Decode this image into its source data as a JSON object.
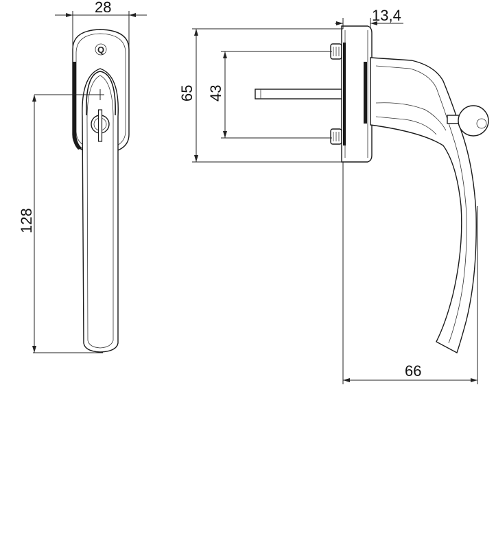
{
  "dimensions": {
    "width_front": "28",
    "height_handle": "128",
    "height_base": "65",
    "screw_spacing": "43",
    "depth_base": "13,4",
    "projection": "66"
  },
  "logo_letter": "Q"
}
